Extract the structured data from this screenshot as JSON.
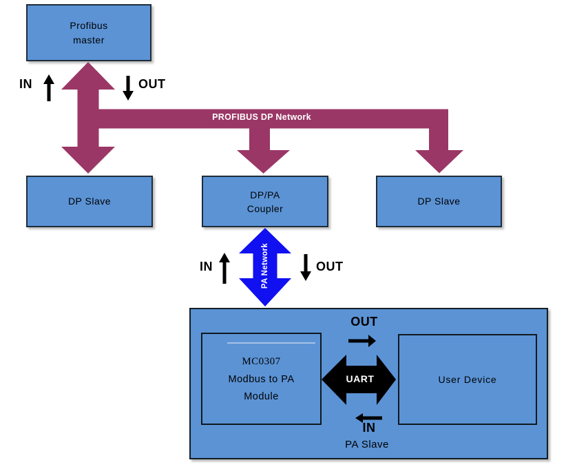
{
  "colors": {
    "node_blue": "#5b93d5",
    "maroon": "#9a3766",
    "pa_blue": "#1010f0",
    "black": "#000000",
    "white_text": "#ffffff"
  },
  "nodes": {
    "master": {
      "label": "Profibus\nmaster"
    },
    "dp_slave_left": {
      "label": "DP Slave"
    },
    "coupler": {
      "label": "DP/PA\nCoupler"
    },
    "dp_slave_right": {
      "label": "DP Slave"
    },
    "modbus_module": {
      "model": "MC0307",
      "desc": "Modbus to PA\nModule"
    },
    "user_device": {
      "label": "User Device"
    }
  },
  "labels": {
    "dp_network": "PROFIBUS DP Network",
    "pa_network": "PA Network",
    "uart": "UART",
    "top_in": "IN",
    "top_out": "OUT",
    "pa_in": "IN",
    "pa_out": "OUT",
    "uart_out": "OUT",
    "uart_in": "IN",
    "pa_slave": "PA Slave"
  }
}
